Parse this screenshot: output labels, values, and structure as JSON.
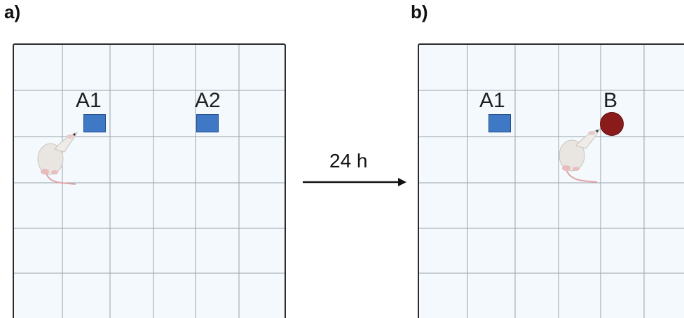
{
  "panel_a": {
    "label": "a)",
    "objects": [
      {
        "label": "A1",
        "shape": "square",
        "color": "#3f78c4"
      },
      {
        "label": "A2",
        "shape": "square",
        "color": "#3f78c4"
      }
    ]
  },
  "panel_b": {
    "label": "b)",
    "objects": [
      {
        "label": "A1",
        "shape": "square",
        "color": "#3f78c4"
      },
      {
        "label": "B",
        "shape": "circle",
        "color": "#8b1a1a"
      }
    ]
  },
  "transition": {
    "label": "24 h",
    "icon": "right-arrow-icon"
  },
  "colors": {
    "arena_fill": "#f3f9fd",
    "grid_line": "#9aa3ab",
    "arena_border": "#2b2b2b"
  }
}
